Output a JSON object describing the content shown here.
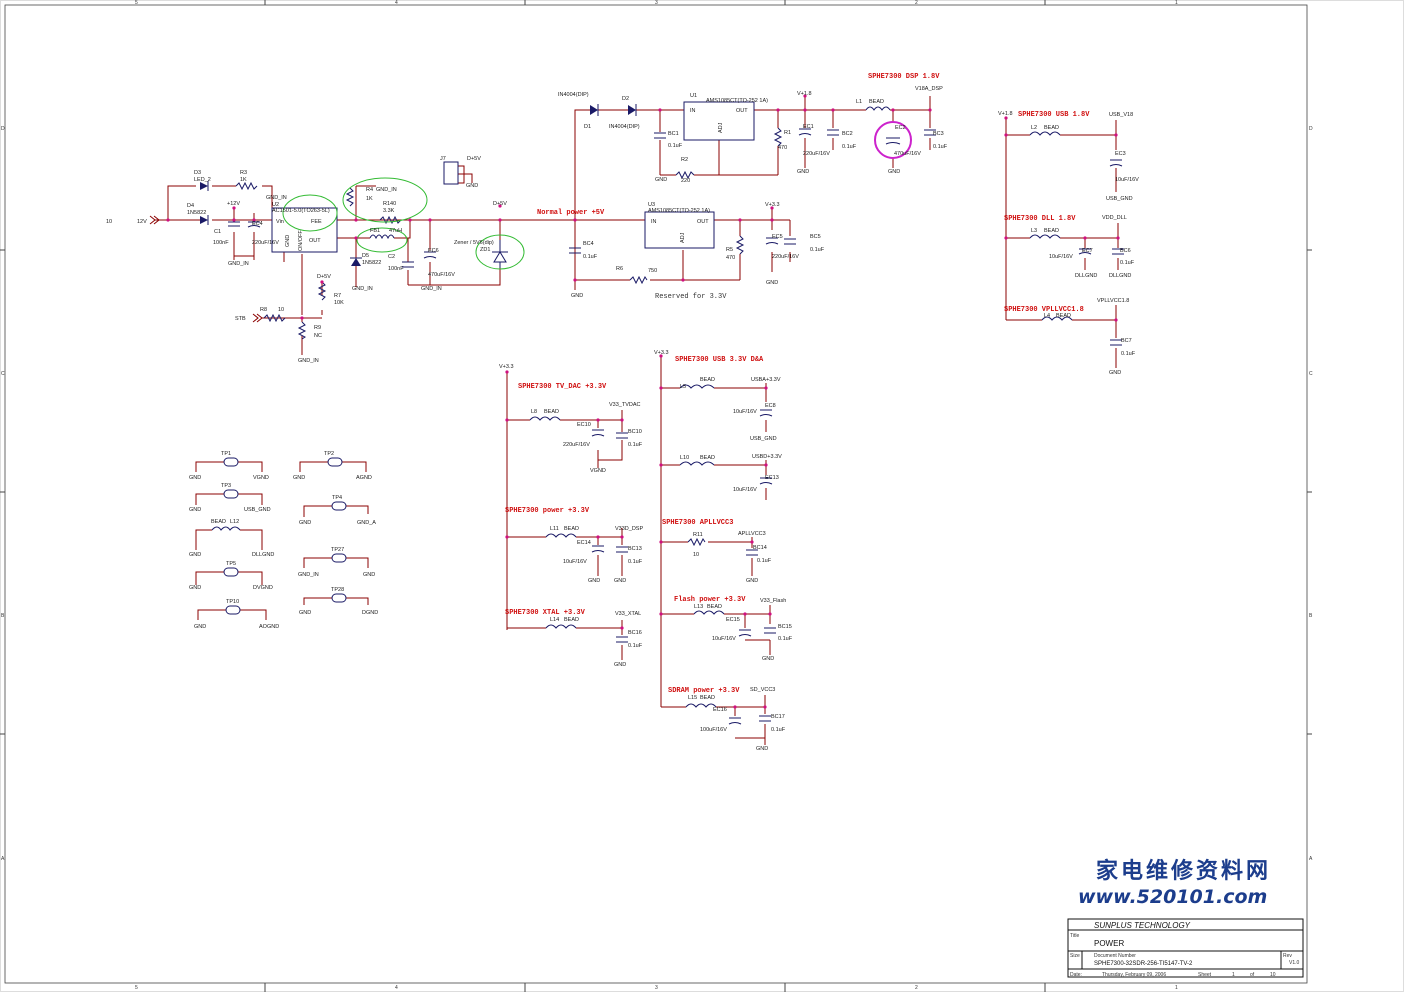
{
  "frame": {
    "cols": [
      "5",
      "4",
      "3",
      "2",
      "1"
    ],
    "rows": [
      "D",
      "C",
      "B",
      "A"
    ]
  },
  "sections": {
    "dsp18": "SPHE7300 DSP 1.8V",
    "normal5": "Normal power +5V",
    "usb18": "SPHE7300 USB 1.8V",
    "dll18": "SPHE7300 DLL 1.8V",
    "vpll18": "SPHE7300 VPLLVCC1.8",
    "tvdac": "SPHE7300 TV_DAC +3.3V",
    "usbda": "SPHE7300 USB 3.3V D&A",
    "pwr33": "SPHE7300 power +3.3V",
    "apll": "SPHE7300 APLLVCC3",
    "xtal": "SPHE7300 XTAL +3.3V",
    "flash": "Flash power +3.3V",
    "sdram": "SDRAM power +3.3V",
    "reserved": "Reserved for 3.3V"
  },
  "labels": {
    "d3": "D3",
    "led": "LED_2",
    "r3": "R3",
    "r3v": "1K",
    "d4": "D4",
    "d4v": "1N5822",
    "v12": "+12V",
    "u2": "U2",
    "u2p": "AC1501-5.0(TO263-5L)",
    "vin": "Vin",
    "fee": "FEE",
    "out": "OUT",
    "gnd": "GND",
    "onoff": "ON/OFF",
    "c1": "C1",
    "c1v": "100nF",
    "ec4": "EC4",
    "ec4v": "220uF/16V",
    "gndin": "GND_IN",
    "net10": "10",
    "net12v": "12V",
    "r4": "R4",
    "r4v": "1K",
    "r140": "R140",
    "r140v": "3.3K",
    "fb1": "FB1",
    "fb1v": "47uH",
    "d5": "D5",
    "d5v": "1N5822",
    "c2": "C2",
    "c2v": "100nF",
    "ec6": "EC6",
    "ec6v": "470uF/16V",
    "j7": "J7",
    "d5v_net": "D+5V",
    "zd1": "ZD1",
    "zener": "Zener / 5V6(dip)",
    "r7": "R7",
    "r7v": "10K",
    "r8": "R8",
    "r8v": "10",
    "r9": "R9",
    "r9v": "NC",
    "stb": "STB",
    "in4004": "IN4004(DIP)",
    "d1": "D1",
    "d2": "D2",
    "in4004b": "IN4004(DIP)",
    "u1": "U1",
    "u1p": "AMS1085CT(TO-252 1A)",
    "in": "IN",
    "adj": "ADJ",
    "bc1": "BC1",
    "bc1v": "0.1uF",
    "r2": "R2",
    "r2v": "220",
    "r1": "R1",
    "r1v": "470",
    "vp18": "V+1.8",
    "ec1": "EC1",
    "ec1v": "220uF/16V",
    "bc2": "BC2",
    "bc2v": "0.1uF",
    "l1": "L1",
    "bead": "BEAD",
    "v18adsp": "V18A_DSP",
    "ec2": "EC2",
    "ec2v": "470uF/16V",
    "bc3": "BC3",
    "bc3v": "0.1uF",
    "bc4": "BC4",
    "bc4v": "0.1uF",
    "u3": "U3",
    "u3p": "AMS1085CT(TO-252 1A)",
    "r5": "R5",
    "r5v": "470",
    "r6": "R6",
    "r6v": "750",
    "vp33": "V+3.3",
    "ec5": "EC5",
    "ec5v": "220uF/16V",
    "bc5": "BC5",
    "bc5v": "0.1uF",
    "l2": "L2",
    "usbv18": "USB_V18",
    "ec3": "EC3",
    "ec3v": "10uF/16V",
    "usbgnd": "USB_GND",
    "l3": "L3",
    "vddll": "VDD_DLL",
    "ec7": "EC7",
    "ec7v": "10uF/16V",
    "bc6": "BC6",
    "dllgnd": "DLLGND",
    "l4": "L4",
    "vpllvcc": "VPLLVCC1.8",
    "bc7": "BC7",
    "bc7v": "0.1uF",
    "l8": "L8",
    "v33tvdac": "V33_TVDAC",
    "ec10": "EC10",
    "ec10v": "220uF/16V",
    "bc10": "BC10",
    "bc10v": "0.1uF",
    "vgnd": "VGND",
    "l11": "L11",
    "v33ddsp": "V33D_DSP",
    "ec14": "EC14",
    "ec14v": "10uF/16V",
    "bc13": "BC13",
    "bc13v": "0.1uF",
    "l14": "L14",
    "v33xtal": "V33_XTAL",
    "bc16": "BC16",
    "bc16v": "0.1uF",
    "l5": "L5",
    "usba": "USBA+3.3V",
    "ec8": "EC8",
    "ec8v": "10uF/16V",
    "l10": "L10",
    "usbd": "USBD+3.3V",
    "ec13": "EC13",
    "ec13v": "10uF/16V",
    "r11": "R11",
    "r11v": "10",
    "apllvcc3": "APLLVCC3",
    "bc14": "BC14",
    "bc14v": "0.1uF",
    "l13": "L13",
    "v33flash": "V33_Flash",
    "ec15": "EC15",
    "ec15v": "10uF/16V",
    "bc15": "BC15",
    "bc15v": "0.1uF",
    "l15": "L15",
    "sdvcc3": "SD_VCC3",
    "ec16": "EC16",
    "ec16v": "100uF/16V",
    "bc17": "BC17",
    "bc17v": "0.1uF",
    "tp1": "TP1",
    "tp2": "TP2",
    "tp3": "TP3",
    "tp4": "TP4",
    "tp5": "TP5",
    "tp27": "TP27",
    "tp10": "TP10",
    "tp28": "TP28",
    "l12": "L12",
    "agnd": "AGND",
    "gnda": "GND_A",
    "dvgnd": "DVGND",
    "aognd": "AOGND",
    "dgnd": "DGND"
  },
  "titleblock": {
    "company": "SUNPLUS TECHNOLOGY",
    "title_lbl": "Title",
    "title": "POWER",
    "size_lbl": "Size",
    "docnum_lbl": "Document Number",
    "docnum": "SPHE7300-32SDR-256-TI5147-TV-2",
    "rev_lbl": "Rev",
    "rev": "V1.0",
    "date_lbl": "Date:",
    "date": "Thursday, February 09, 2006",
    "sheet_lbl": "Sheet",
    "sheet": "1",
    "of_lbl": "of",
    "total": "10"
  },
  "watermark": {
    "cn": "家电维修资料网",
    "url": "www.520101.com"
  }
}
